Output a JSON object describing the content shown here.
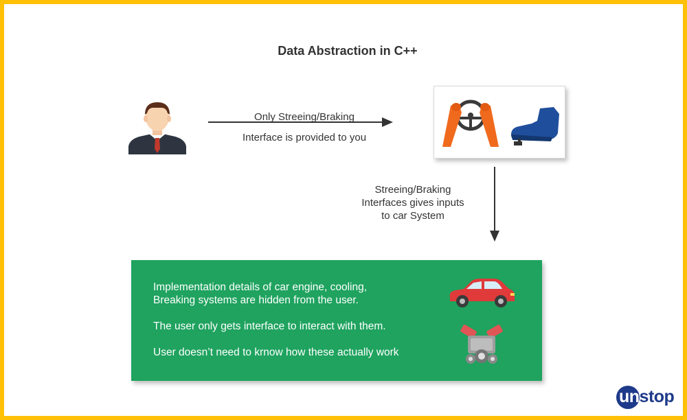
{
  "title": "Data Abstraction in C++",
  "arrow_to_controls": {
    "line1": "Only Streeing/Braking",
    "line2": "Interface is provided to you"
  },
  "arrow_to_system": {
    "line1": "Streeing/Braking",
    "line2": "Interfaces gives inputs",
    "line3": "to car System"
  },
  "hidden_box": {
    "line1": "Implementation details of car engine, cooling,",
    "line2": "Breaking systems are hidden from the user.",
    "line3": "The user only gets interface to interact with them.",
    "line4": "User doesn’t need to krnow how these actually work"
  },
  "logo": {
    "part1": "un",
    "part2": "stop"
  },
  "colors": {
    "frame_border": "#FFC107",
    "box_fill": "#1FA35F",
    "arrow": "#333333",
    "logo": "#1E3A8A",
    "steering_arms": "#F06A1E",
    "shoe": "#1F4E9C",
    "car": "#E03A3A"
  },
  "icons": [
    "user-avatar-icon",
    "steering-wheel-icon",
    "foot-on-pedal-icon",
    "car-icon",
    "engine-icon"
  ]
}
